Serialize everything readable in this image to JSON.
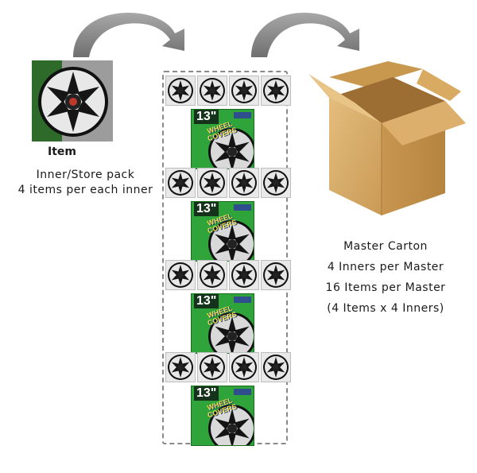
{
  "item": {
    "title": "Item"
  },
  "inner": {
    "line1": "Inner/Store pack",
    "line2": "4 items per each inner"
  },
  "master": {
    "line1": "Master Carton",
    "line2": "4 Inners per Master",
    "line3": "16 Items per Master",
    "line4": "(4 Items x 4 Inners)"
  },
  "pack_label": {
    "size": "13\"",
    "brand_line1": "WHEEL",
    "brand_line2": "COVERS"
  },
  "colors": {
    "arrow": "#8c8c8c",
    "frame": "#8a8a8a",
    "pack_green": "#2fa43a",
    "box": "#d6ab6a"
  }
}
